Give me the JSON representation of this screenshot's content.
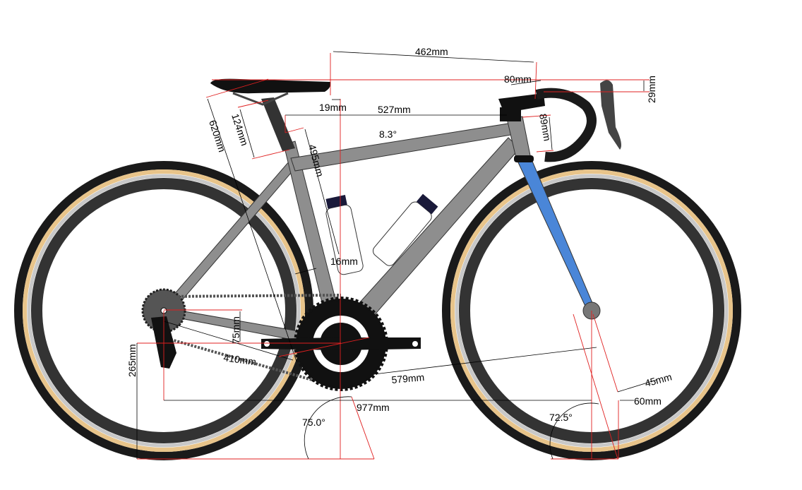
{
  "labels": {
    "reach_top": "462mm",
    "stem_length": "80mm",
    "bar_drop": "29mm",
    "setback": "19mm",
    "effective_top_tube": "527mm",
    "top_tube_angle": "8.3°",
    "stack_head": "89mm",
    "saddle_height": "620mm",
    "seatpost": "124mm",
    "seat_tube": "495mm",
    "tube_offset": "16mm",
    "bb_drop": "75mm",
    "chainstay": "410mm",
    "front_center": "579mm",
    "bb_height": "265mm",
    "wheelbase": "977mm",
    "seat_angle": "75.0°",
    "head_angle": "72.5°",
    "fork_offset": "45mm",
    "trail": "60mm"
  },
  "colors": {
    "frame": "#8e8e8e",
    "fork": "#4a86d8",
    "tire_wall": "#e8c48a",
    "tire": "#2f2f2f",
    "dimension_red": "#e02020"
  }
}
